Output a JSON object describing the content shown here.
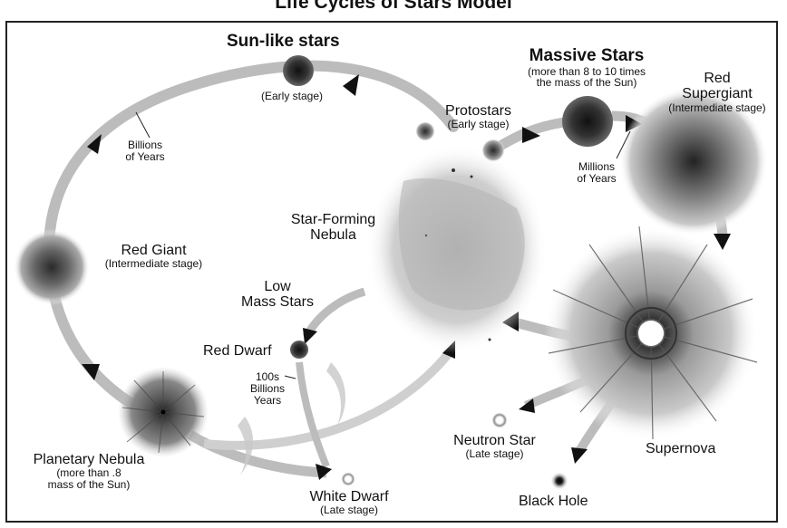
{
  "title": "Life Cycles of Stars Model",
  "labels": {
    "sun_like": "Sun-like stars",
    "sun_early": "(Early stage)",
    "massive": "Massive Stars",
    "massive_sub1": "(more than 8 to 10 times",
    "massive_sub2": "the mass of the Sun)",
    "red_supergiant1": "Red",
    "red_supergiant2": "Supergiant",
    "red_supergiant_stage": "(Intermediate stage)",
    "protostars": "Protostars",
    "protostars_stage": "(Early stage)",
    "billions1": "Billions",
    "billions2": "of Years",
    "millions1": "Millions",
    "millions2": "of Years",
    "nebula1": "Star-Forming",
    "nebula2": "Nebula",
    "red_giant": "Red Giant",
    "red_giant_stage": "(Intermediate stage)",
    "low_mass1": "Low",
    "low_mass2": "Mass Stars",
    "red_dwarf": "Red Dwarf",
    "hundreds1": "100s",
    "hundreds2": "Billions",
    "hundreds3": "Years",
    "planetary1": "Planetary Nebula",
    "planetary2": "(more than .8",
    "planetary3": "mass of the Sun)",
    "white_dwarf": "White Dwarf",
    "white_dwarf_stage": "(Late stage)",
    "neutron_star": "Neutron Star",
    "neutron_stage": "(Late stage)",
    "supernova": "Supernova",
    "black_hole": "Black Hole"
  },
  "colors": {
    "path": "#b9b9b9",
    "arrowhead": "#111111",
    "frame": "#222222"
  }
}
